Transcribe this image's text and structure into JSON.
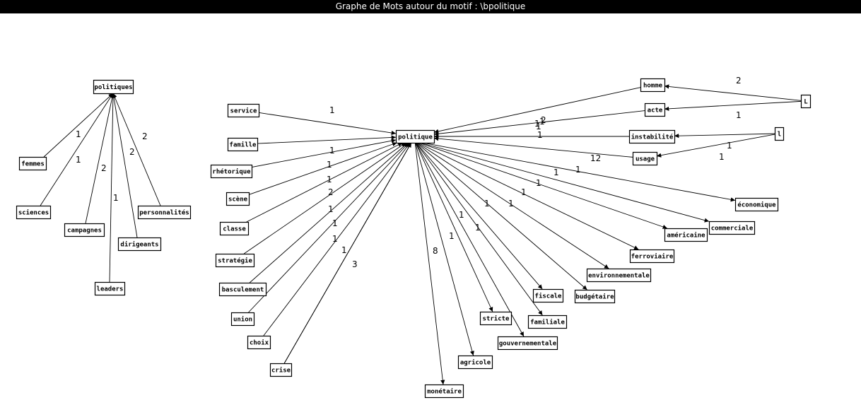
{
  "window": {
    "title": "Graphe de Mots autour du motif : \\bpolitique"
  },
  "colors": {
    "background": "#ffffff",
    "titlebar": "#000000",
    "titletext": "#ffffff",
    "ink": "#000000"
  },
  "nodes": [
    {
      "id": "politiques",
      "label": "politiques"
    },
    {
      "id": "femmes",
      "label": "femmes"
    },
    {
      "id": "sciences",
      "label": "sciences"
    },
    {
      "id": "campagnes",
      "label": "campagnes"
    },
    {
      "id": "leaders",
      "label": "leaders"
    },
    {
      "id": "dirigeants",
      "label": "dirigeants"
    },
    {
      "id": "personnalites",
      "label": "personnalités"
    },
    {
      "id": "politique",
      "label": "politique"
    },
    {
      "id": "service",
      "label": "service"
    },
    {
      "id": "famille",
      "label": "famille"
    },
    {
      "id": "rhetorique",
      "label": "rhétorique"
    },
    {
      "id": "scene",
      "label": "scène"
    },
    {
      "id": "classe",
      "label": "classe"
    },
    {
      "id": "strategie",
      "label": "stratégie"
    },
    {
      "id": "basculement",
      "label": "basculement"
    },
    {
      "id": "union",
      "label": "union"
    },
    {
      "id": "choix",
      "label": "choix"
    },
    {
      "id": "crise",
      "label": "crise"
    },
    {
      "id": "monetaire",
      "label": "monétaire"
    },
    {
      "id": "agricole",
      "label": "agricole"
    },
    {
      "id": "stricte",
      "label": "stricte"
    },
    {
      "id": "gouvernementale",
      "label": "gouvernementale"
    },
    {
      "id": "familiale",
      "label": "familiale"
    },
    {
      "id": "fiscale",
      "label": "fiscale"
    },
    {
      "id": "budgetaire",
      "label": "budgétaire"
    },
    {
      "id": "environnementale",
      "label": "environnementale"
    },
    {
      "id": "ferroviaire",
      "label": "ferroviaire"
    },
    {
      "id": "americaine",
      "label": "américaine"
    },
    {
      "id": "commerciale",
      "label": "commerciale"
    },
    {
      "id": "economique",
      "label": "économique"
    },
    {
      "id": "homme",
      "label": "homme"
    },
    {
      "id": "acte",
      "label": "acte"
    },
    {
      "id": "instabilite",
      "label": "instabilité"
    },
    {
      "id": "usage",
      "label": "usage"
    },
    {
      "id": "L",
      "label": "L"
    },
    {
      "id": "l",
      "label": "l"
    }
  ],
  "edges": [
    {
      "from": "femmes",
      "to": "politiques",
      "label": "1"
    },
    {
      "from": "sciences",
      "to": "politiques",
      "label": "1"
    },
    {
      "from": "campagnes",
      "to": "politiques",
      "label": "2"
    },
    {
      "from": "leaders",
      "to": "politiques",
      "label": "1"
    },
    {
      "from": "dirigeants",
      "to": "politiques",
      "label": "2"
    },
    {
      "from": "personnalites",
      "to": "politiques",
      "label": "2"
    },
    {
      "from": "service",
      "to": "politique",
      "label": "1"
    },
    {
      "from": "famille",
      "to": "politique",
      "label": ""
    },
    {
      "from": "rhetorique",
      "to": "politique",
      "label": "1"
    },
    {
      "from": "scene",
      "to": "politique",
      "label": "1"
    },
    {
      "from": "classe",
      "to": "politique",
      "label": "1"
    },
    {
      "from": "strategie",
      "to": "politique",
      "label": "2"
    },
    {
      "from": "basculement",
      "to": "politique",
      "label": "1"
    },
    {
      "from": "union",
      "to": "politique",
      "label": "1"
    },
    {
      "from": "choix",
      "to": "politique",
      "label": "1"
    },
    {
      "from": "crise",
      "to": "politique",
      "label": "1"
    },
    {
      "from": "crise",
      "to": "politique",
      "label": "3"
    },
    {
      "from": "politique",
      "to": "monetaire",
      "label": "8"
    },
    {
      "from": "politique",
      "to": "agricole",
      "label": "1"
    },
    {
      "from": "politique",
      "to": "stricte",
      "label": "1"
    },
    {
      "from": "politique",
      "to": "gouvernementale",
      "label": "1"
    },
    {
      "from": "politique",
      "to": "familiale",
      "label": "1"
    },
    {
      "from": "politique",
      "to": "fiscale",
      "label": "1"
    },
    {
      "from": "politique",
      "to": "budgetaire",
      "label": "1"
    },
    {
      "from": "politique",
      "to": "environnementale",
      "label": "1"
    },
    {
      "from": "politique",
      "to": "ferroviaire",
      "label": "1"
    },
    {
      "from": "politique",
      "to": "americaine",
      "label": "1"
    },
    {
      "from": "politique",
      "to": "commerciale",
      "label": "1"
    },
    {
      "from": "politique",
      "to": "economique",
      "label": "1"
    },
    {
      "from": "homme",
      "to": "politique",
      "label": "1"
    },
    {
      "from": "acte",
      "to": "politique",
      "label": "2"
    },
    {
      "from": "instabilite",
      "to": "politique",
      "label": "1"
    },
    {
      "from": "usage",
      "to": "politique",
      "label": "12"
    },
    {
      "from": "L",
      "to": "homme",
      "label": "2"
    },
    {
      "from": "L",
      "to": "acte",
      "label": "1"
    },
    {
      "from": "l",
      "to": "instabilite",
      "label": "1"
    },
    {
      "from": "l",
      "to": "usage",
      "label": "1"
    }
  ]
}
